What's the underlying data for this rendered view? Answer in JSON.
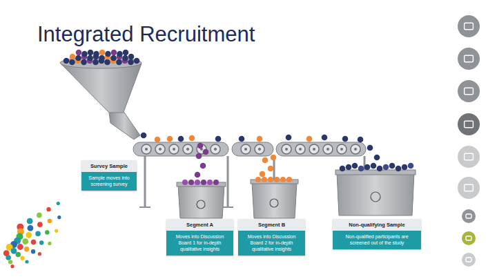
{
  "diagram": {
    "title": "Integrated Recruitment",
    "nodes": [
      {
        "text": [
          "Survey Sample",
          "Sample moves into screening survey"
        ]
      },
      {
        "text": [
          "Segment A",
          "Moves into Discussion Board 1 for in-depth qualitative insights"
        ]
      },
      {
        "text": [
          "Segment B",
          "Moves into Discussion Board 2 for in-depth qualitative insights"
        ]
      },
      {
        "text": [
          "Non-qualifying Sample",
          "Non-qualified participants are screened out of the study"
        ]
      }
    ]
  }
}
